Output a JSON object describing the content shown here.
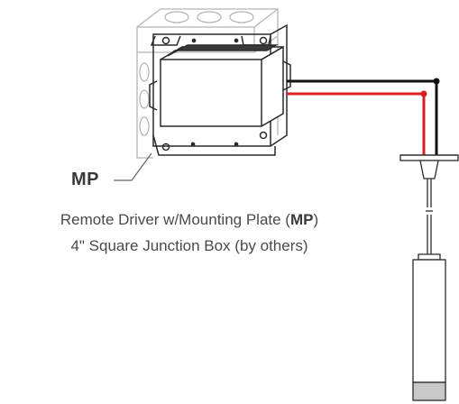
{
  "callout": {
    "mp_label": "MP"
  },
  "caption": {
    "line1_prefix": "Remote Driver w/Mounting Plate (",
    "line1_bold": "MP",
    "line1_suffix": ")",
    "line2": "4\" Square Junction Box (by others)"
  },
  "wiring": {
    "black_wire_color": "#111111",
    "red_wire_color": "#d81f26"
  },
  "colors": {
    "line": "#2a2a2a",
    "faint_line": "#b5b5b5",
    "text": "#4a4a4a"
  }
}
